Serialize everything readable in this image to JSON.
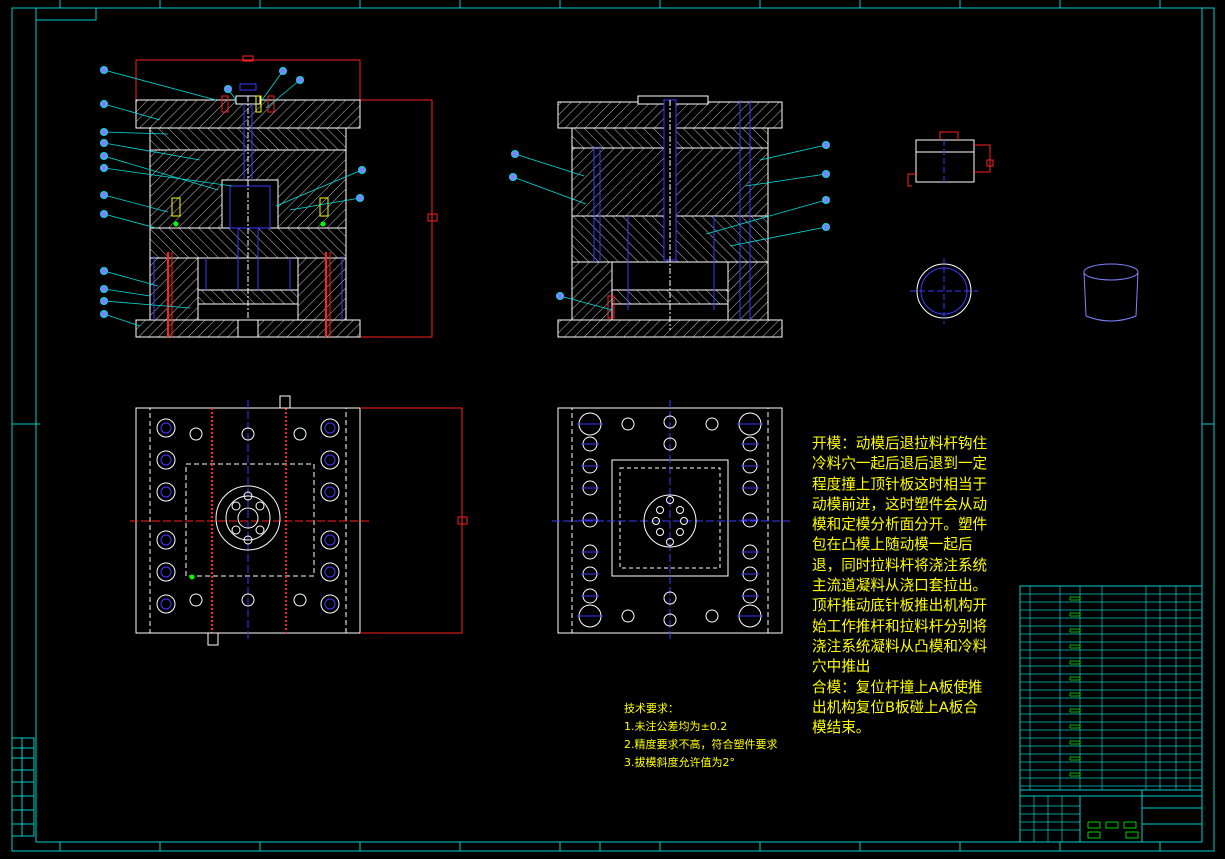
{
  "colors": {
    "background": "#000000",
    "frame": "#00cccc",
    "outline": "#ffffff",
    "hatch": "#cfcfcf",
    "red": "#ff2020",
    "blue": "#3a3aff",
    "leader": "#00e0e0",
    "balloon": "#8080ff",
    "text": "#ffff00",
    "green": "#00ff00"
  },
  "views": [
    "front-section-view",
    "side-section-view",
    "top-view-fixed-half",
    "top-view-moving-half",
    "part-views"
  ],
  "notes": {
    "tech_title": "技术要求：",
    "tech_items": [
      "1.未注公差均为±0.2",
      "2.精度要求不高，符合塑件要求",
      "3.拔模斜度允许值为2°"
    ],
    "operation_open": "开模：动模后退拉料杆钩住冷料穴一起后退后退到一定程度撞上顶针板这时相当于动模前进，这时塑件会从动模和定模分析面分开。塑件包在凸模上随动模一起后退，同时拉料杆将浇注系统主流道凝料从浇口套拉出。顶杆推动底针板推出机构开始工作推杆和拉料杆分别将浇注系统凝料从凸模和冷料穴中推出",
    "operation_close": "合模：复位杆撞上A板使推出机构复位B板碰上A板合模结束。"
  }
}
